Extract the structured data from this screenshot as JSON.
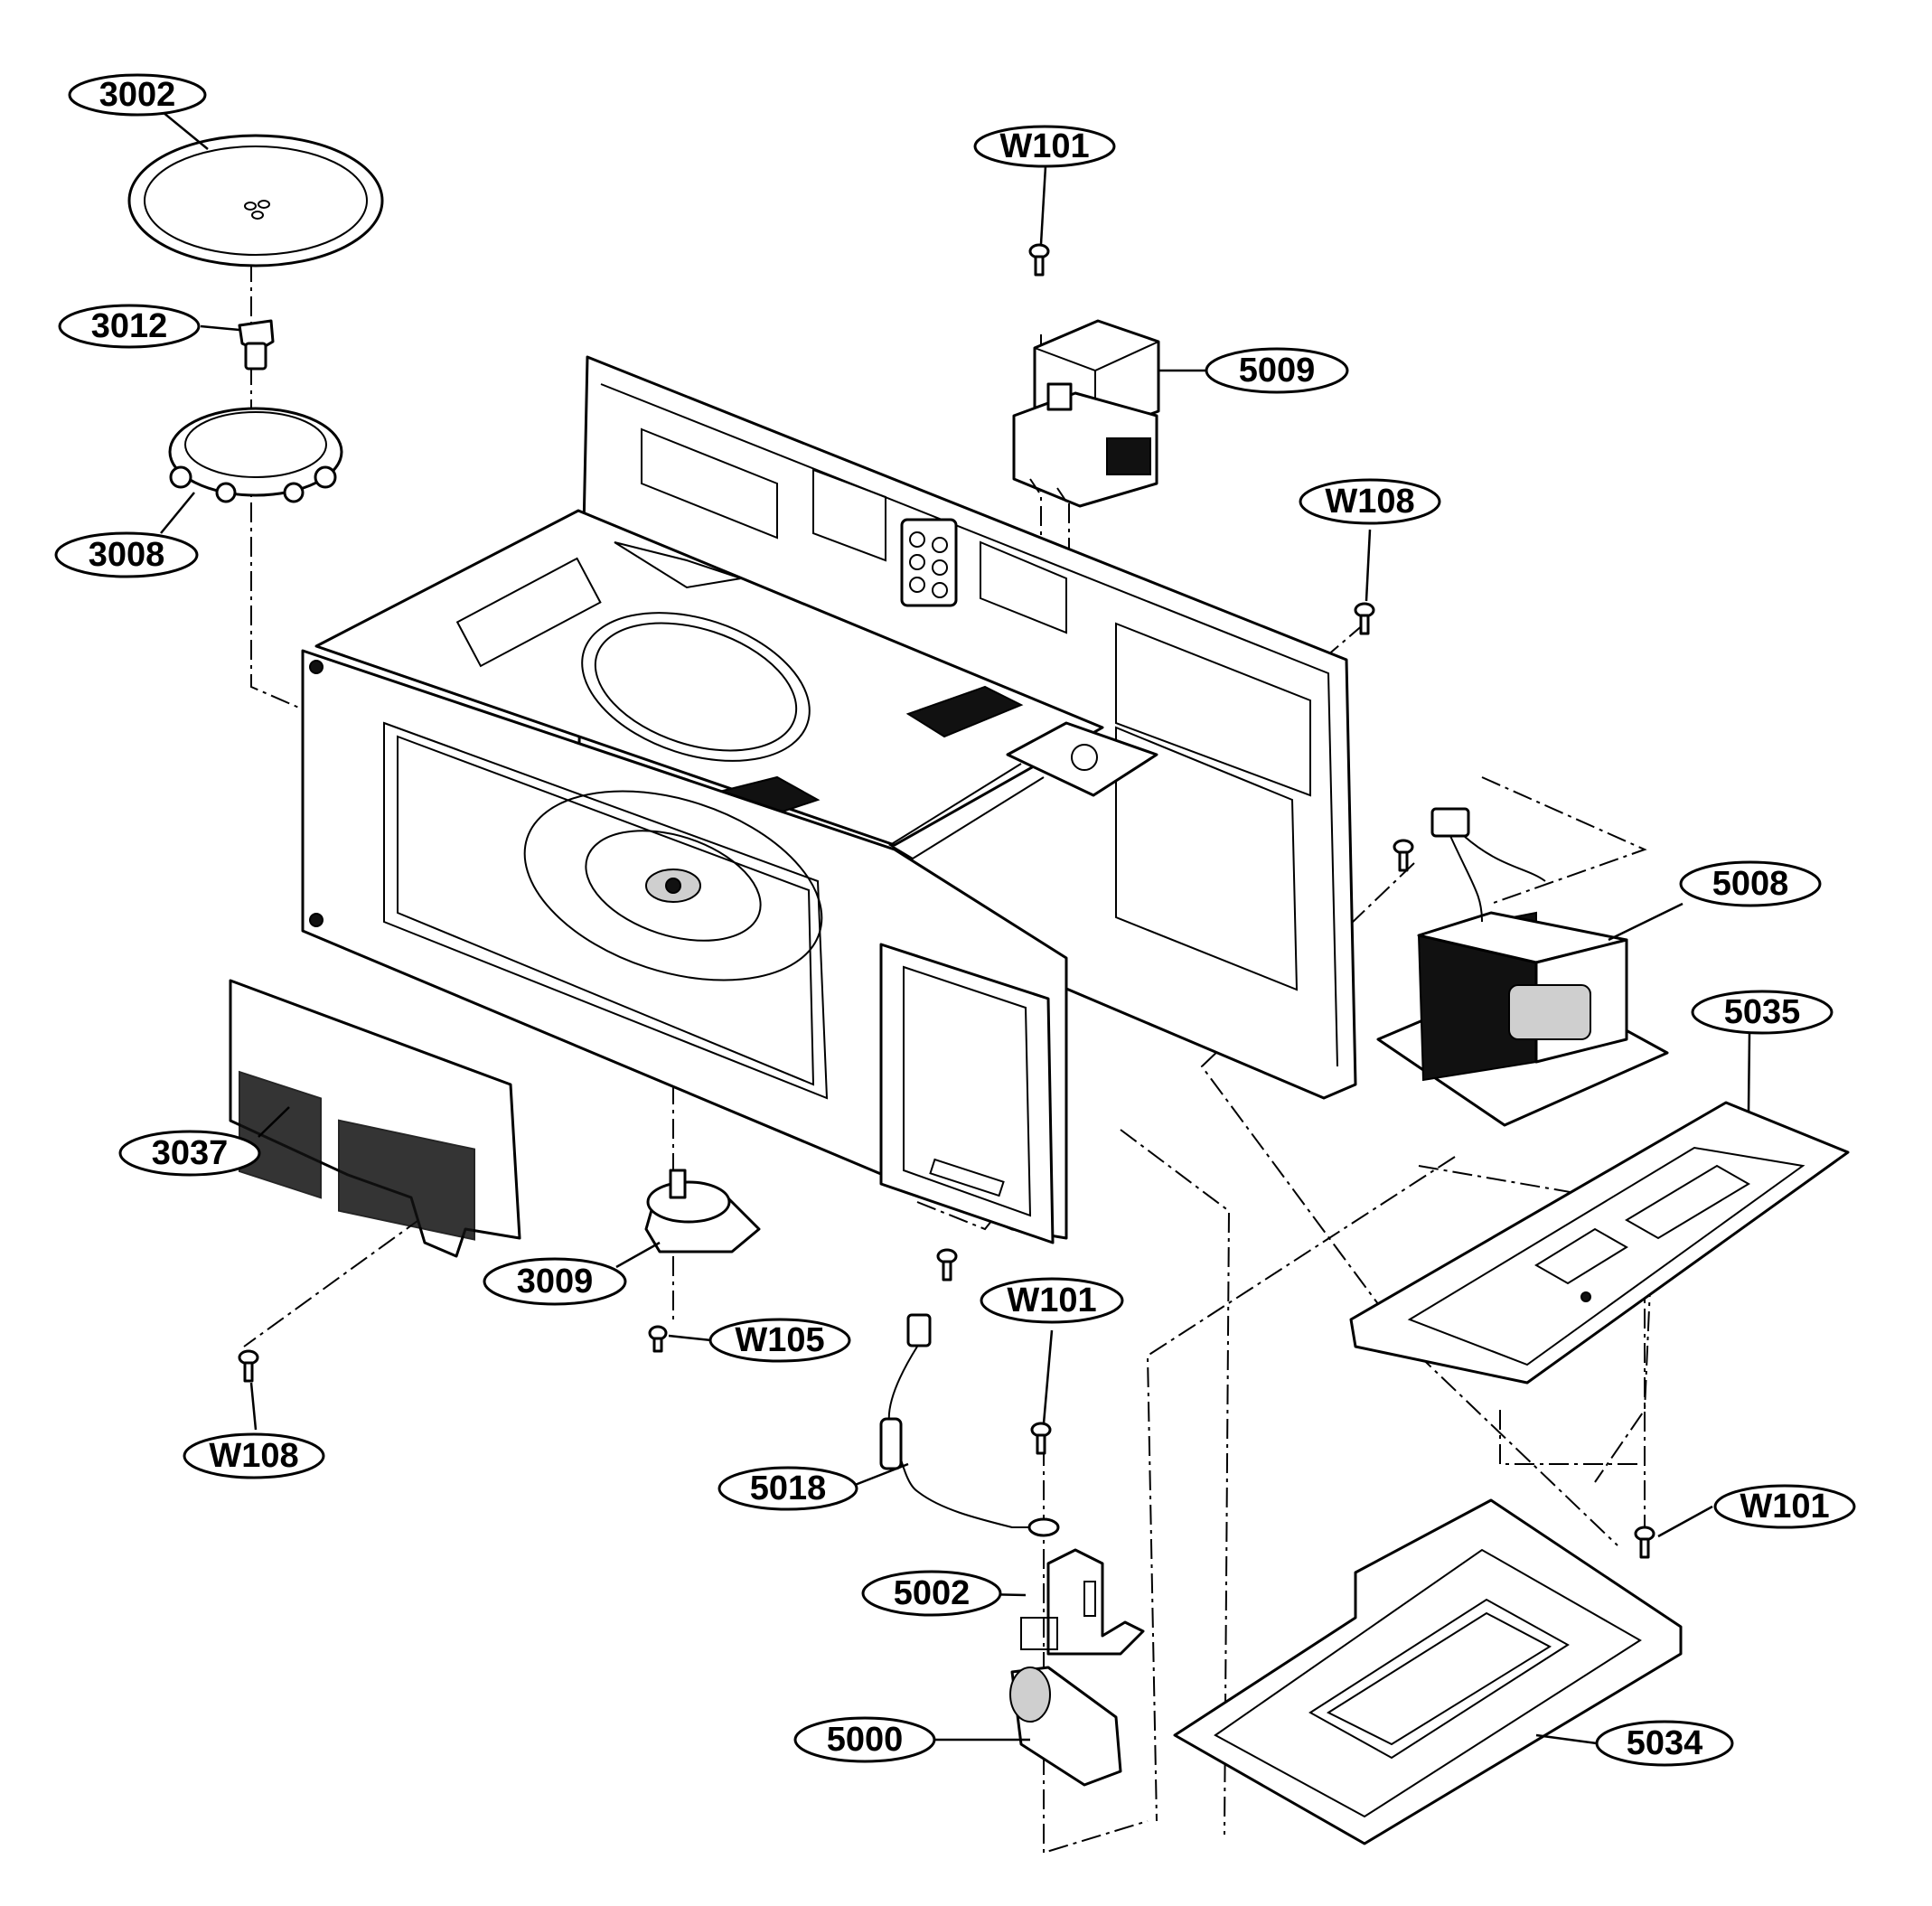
{
  "callouts": [
    {
      "id": "c3002",
      "label": "3002"
    },
    {
      "id": "c3012",
      "label": "3012"
    },
    {
      "id": "c3008",
      "label": "3008"
    },
    {
      "id": "cW101a",
      "label": "W101"
    },
    {
      "id": "c5009",
      "label": "5009"
    },
    {
      "id": "cW108a",
      "label": "W108"
    },
    {
      "id": "c5008",
      "label": "5008"
    },
    {
      "id": "c5035",
      "label": "5035"
    },
    {
      "id": "c3037",
      "label": "3037"
    },
    {
      "id": "c3009",
      "label": "3009"
    },
    {
      "id": "cW105",
      "label": "W105"
    },
    {
      "id": "cW101b",
      "label": "W101"
    },
    {
      "id": "c5018",
      "label": "5018"
    },
    {
      "id": "cW108b",
      "label": "W108"
    },
    {
      "id": "c5002",
      "label": "5002"
    },
    {
      "id": "cW101c",
      "label": "W101"
    },
    {
      "id": "c5000",
      "label": "5000"
    },
    {
      "id": "c5034",
      "label": "5034"
    }
  ]
}
